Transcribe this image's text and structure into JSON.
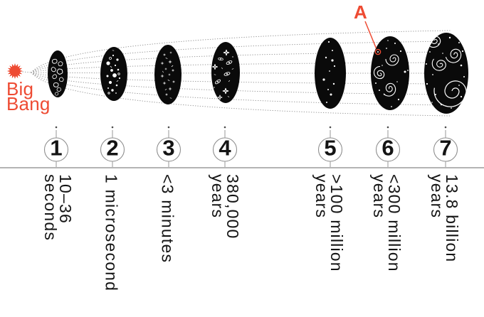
{
  "big_bang": {
    "line1": "Big",
    "line2": "Bang",
    "icon": "starburst-icon"
  },
  "annotation": {
    "label": "A",
    "target_stage": "6"
  },
  "timeline": {
    "stages": [
      {
        "number": "1",
        "time_line1": "10–36",
        "time_line2": "seconds"
      },
      {
        "number": "2",
        "time_line1": "1 microsecond"
      },
      {
        "number": "3",
        "time_line1": "<3 minutes"
      },
      {
        "number": "4",
        "time_line1": "380,000",
        "time_line2": "years"
      },
      {
        "number": "5",
        "time_line1": ">100 million",
        "time_line2": "years"
      },
      {
        "number": "6",
        "time_line1": "<300 million",
        "time_line2": "years"
      },
      {
        "number": "7",
        "time_line1": "13.8 billion",
        "time_line2": "years"
      }
    ]
  },
  "colors": {
    "accent": "#ee4b33",
    "ink": "#141414",
    "ellipse_black": "#0a0a0a",
    "line_gray": "#979797",
    "rule_gray": "#b4b4b4"
  }
}
